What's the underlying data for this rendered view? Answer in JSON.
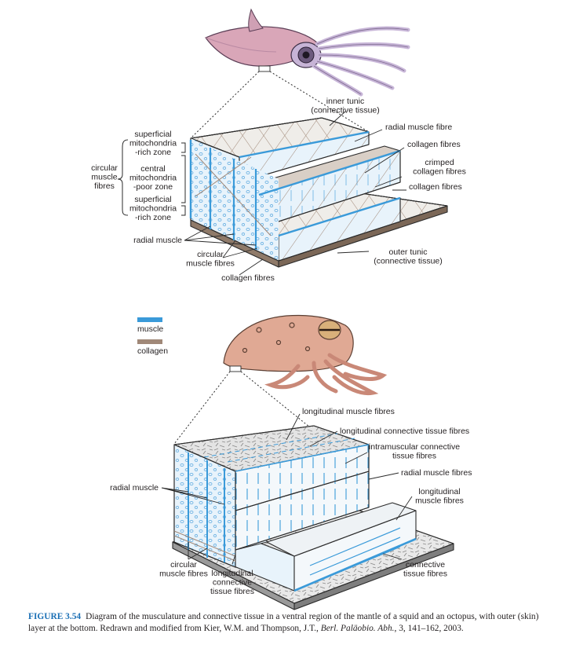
{
  "colors": {
    "muscle": "#3a9ad9",
    "collagen": "#a08878",
    "tissue_fill": "#e8f3fb",
    "tunic_fill": "#efede9",
    "outline": "#2b2b2b",
    "caption_accent": "#1a6fb5"
  },
  "legend": [
    {
      "label": "muscle",
      "color": "#3a9ad9"
    },
    {
      "label": "collagen",
      "color": "#a08878"
    }
  ],
  "squid": {
    "labels": {
      "inner_tunic": [
        "inner tunic",
        "(connective tissue)"
      ],
      "radial_muscle_fibre": [
        "radial muscle fibre"
      ],
      "collagen_fibres_top": [
        "collagen fibres"
      ],
      "crimped_collagen": [
        "crimped",
        "collagen fibres"
      ],
      "collagen_fibres_right": [
        "collagen fibres"
      ],
      "superficial_top": [
        "superficial",
        "mitochondria",
        "-rich zone"
      ],
      "central_zone": [
        "central",
        "mitochondria",
        "-poor zone"
      ],
      "superficial_bottom": [
        "superficial",
        "mitochondria",
        "-rich zone"
      ],
      "circular_muscle_fibres_group": [
        "circular",
        "muscle",
        "fibres"
      ],
      "radial_muscle": [
        "radial muscle"
      ],
      "circular_muscle_fibres": [
        "circular",
        "muscle fibres"
      ],
      "collagen_fibres_bottom": [
        "collagen fibres"
      ],
      "outer_tunic": [
        "outer tunic",
        "(connective tissue)"
      ]
    }
  },
  "octopus": {
    "labels": {
      "longitudinal_muscle_fibres_top": [
        "longitudinal muscle fibres"
      ],
      "longitudinal_connective_fibres_top": [
        "longitudinal connective tissue fibres"
      ],
      "intramuscular": [
        "intramuscular connective",
        "tissue fibres"
      ],
      "radial_muscle_fibres": [
        "radial muscle fibres"
      ],
      "longitudinal_muscle_fibres_right": [
        "longitudinal",
        "muscle fibres"
      ],
      "radial_muscle": [
        "radial muscle"
      ],
      "circular_muscle_fibres": [
        "circular",
        "muscle fibres"
      ],
      "longitudinal_connective_bottom": [
        "longitudinal",
        "connective",
        "tissue fibres"
      ],
      "connective_tissue_fibres": [
        "connective",
        "tissue fibres"
      ]
    }
  },
  "caption": {
    "number": "FIGURE 3.54",
    "text_before": "Diagram of the musculature and connective tissue in a ventral region of the mantle of a squid and an octopus, with outer (skin) layer at the bottom. Redrawn and modified from Kier, W.M. and Thompson, J.T., ",
    "journal": "Berl. Paläobio. Abh.",
    "text_after": ", 3, 141–162, 2003."
  }
}
